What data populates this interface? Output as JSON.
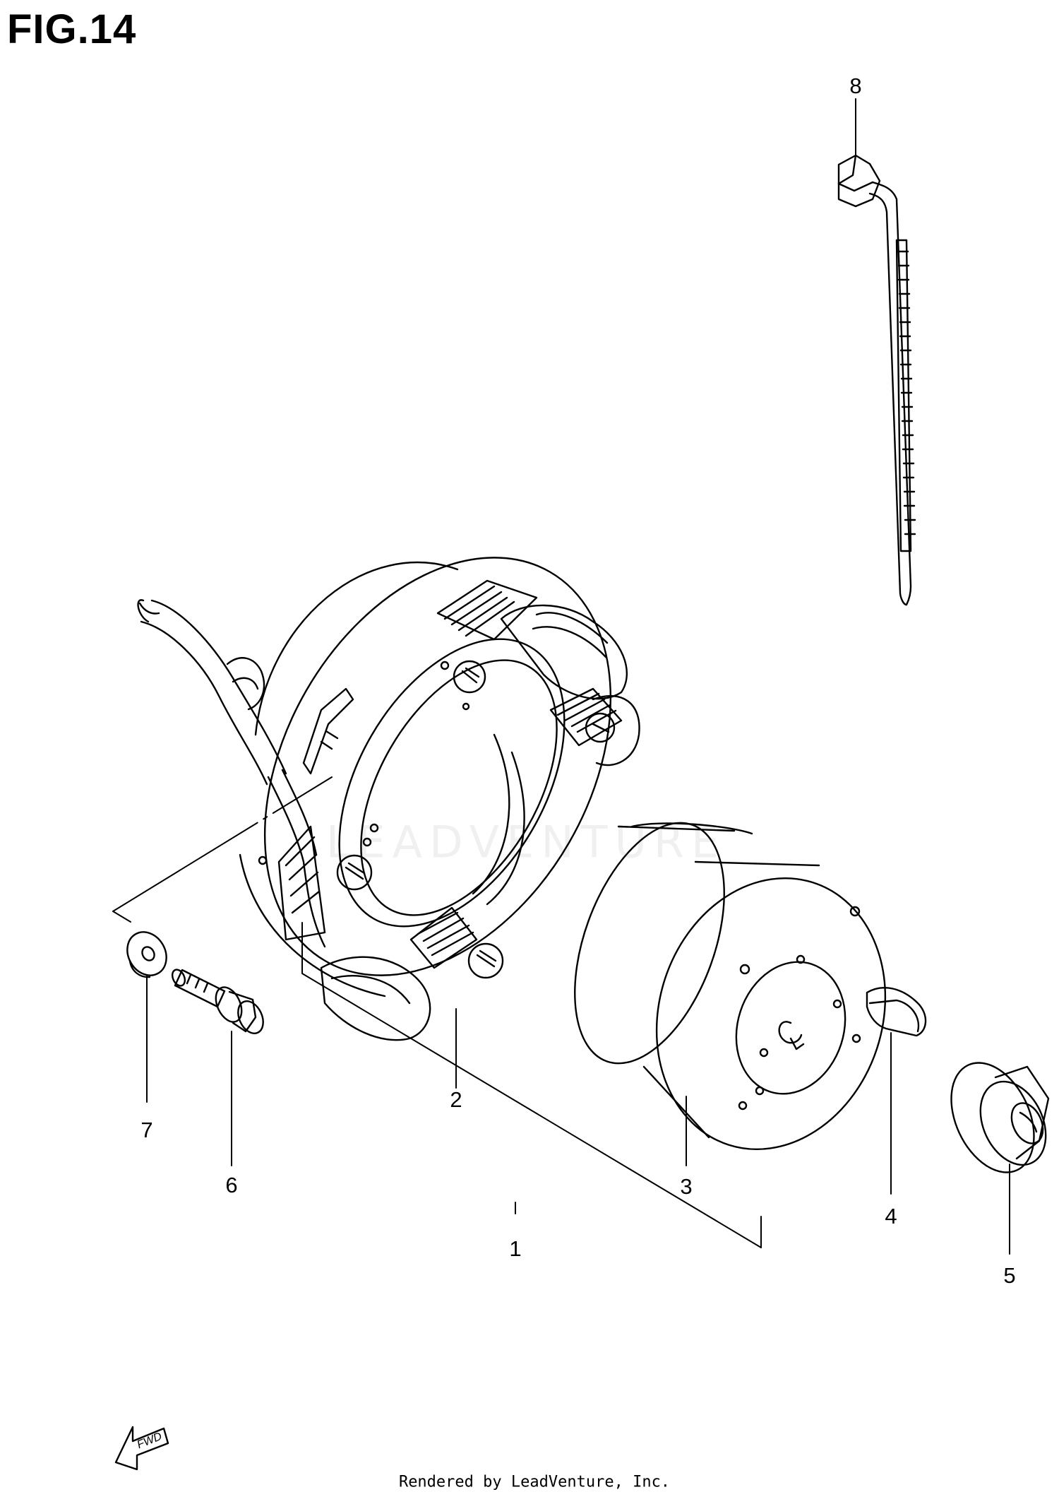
{
  "figure": {
    "title": "FIG.14",
    "watermark": "LEADVENTURE",
    "fwd_label": "FWD",
    "footer": "Rendered by LeadVenture, Inc."
  },
  "callouts": [
    {
      "id": "1",
      "label": "1"
    },
    {
      "id": "2",
      "label": "2"
    },
    {
      "id": "3",
      "label": "3"
    },
    {
      "id": "4",
      "label": "4"
    },
    {
      "id": "5",
      "label": "5"
    },
    {
      "id": "6",
      "label": "6"
    },
    {
      "id": "7",
      "label": "7"
    },
    {
      "id": "8",
      "label": "8"
    }
  ],
  "colors": {
    "ink": "#000000",
    "paper": "#ffffff"
  }
}
